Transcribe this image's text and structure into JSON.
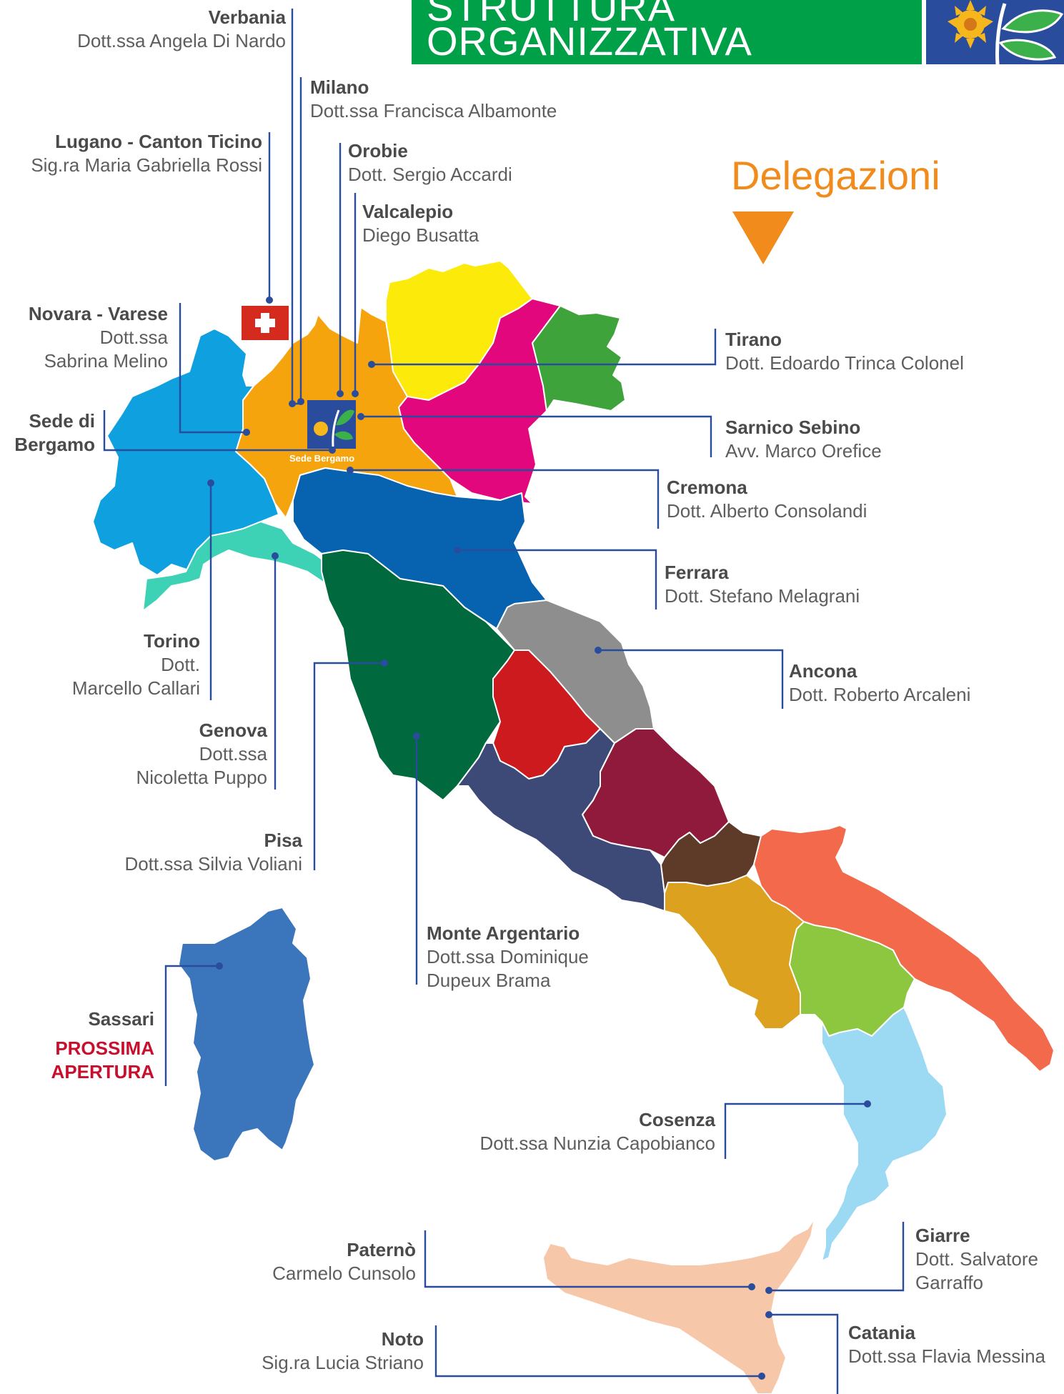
{
  "header": {
    "title_line1": "STRUTTURA",
    "title_line2": "ORGANIZZATIVA"
  },
  "section_title": "Delegazioni",
  "headquarters_marker": "Sede Bergamo",
  "colors": {
    "header_green": "#00a049",
    "logo_blue": "#2a4c9c",
    "accent_orange": "#f08b1c",
    "leader_line": "#2a4c9c",
    "status_red": "#c8102e"
  },
  "icons": [
    "swiss-flag-icon",
    "bergamo-logo-icon",
    "down-triangle-icon",
    "sunflower-logo-icon"
  ],
  "delegations": [
    {
      "city": "Verbania",
      "person": "Dott.ssa Angela Di Nardo"
    },
    {
      "city": "Milano",
      "person": "Dott.ssa Francisca Albamonte"
    },
    {
      "city": "Lugano - Canton Ticino",
      "person": "Sig.ra Maria Gabriella Rossi"
    },
    {
      "city": "Orobie",
      "person": "Dott. Sergio Accardi"
    },
    {
      "city": "Valcalepio",
      "person": "Diego Busatta"
    },
    {
      "city": "Novara - Varese",
      "person_line1": "Dott.ssa",
      "person_line2": "Sabrina Melino"
    },
    {
      "city": "Tirano",
      "person": "Dott. Edoardo Trinca Colonel"
    },
    {
      "city_line1": "Sede di",
      "city_line2": "Bergamo"
    },
    {
      "city": "Sarnico Sebino",
      "person": "Avv. Marco Orefice"
    },
    {
      "city": "Cremona",
      "person": "Dott. Alberto Consolandi"
    },
    {
      "city": "Ferrara",
      "person": "Dott. Stefano Melagrani"
    },
    {
      "city": "Torino",
      "person_line1": "Dott.",
      "person_line2": "Marcello Callari"
    },
    {
      "city": "Ancona",
      "person": "Dott. Roberto Arcaleni"
    },
    {
      "city": "Genova",
      "person_line1": "Dott.ssa",
      "person_line2": "Nicoletta Puppo"
    },
    {
      "city": "Pisa",
      "person": "Dott.ssa Silvia Voliani"
    },
    {
      "city": "Monte Argentario",
      "person_line1": "Dott.ssa Dominique",
      "person_line2": "Dupeux Brama"
    },
    {
      "city": "Sassari",
      "status_line1": "PROSSIMA",
      "status_line2": "APERTURA"
    },
    {
      "city": "Cosenza",
      "person": "Dott.ssa Nunzia Capobianco"
    },
    {
      "city": "Paternò",
      "person": "Carmelo Cunsolo"
    },
    {
      "city": "Giarre",
      "person_line1": "Dott. Salvatore",
      "person_line2": "Garraffo"
    },
    {
      "city": "Noto",
      "person": "Sig.ra Lucia Striano"
    },
    {
      "city": "Catania",
      "person": "Dott.ssa Flavia Messina"
    }
  ]
}
